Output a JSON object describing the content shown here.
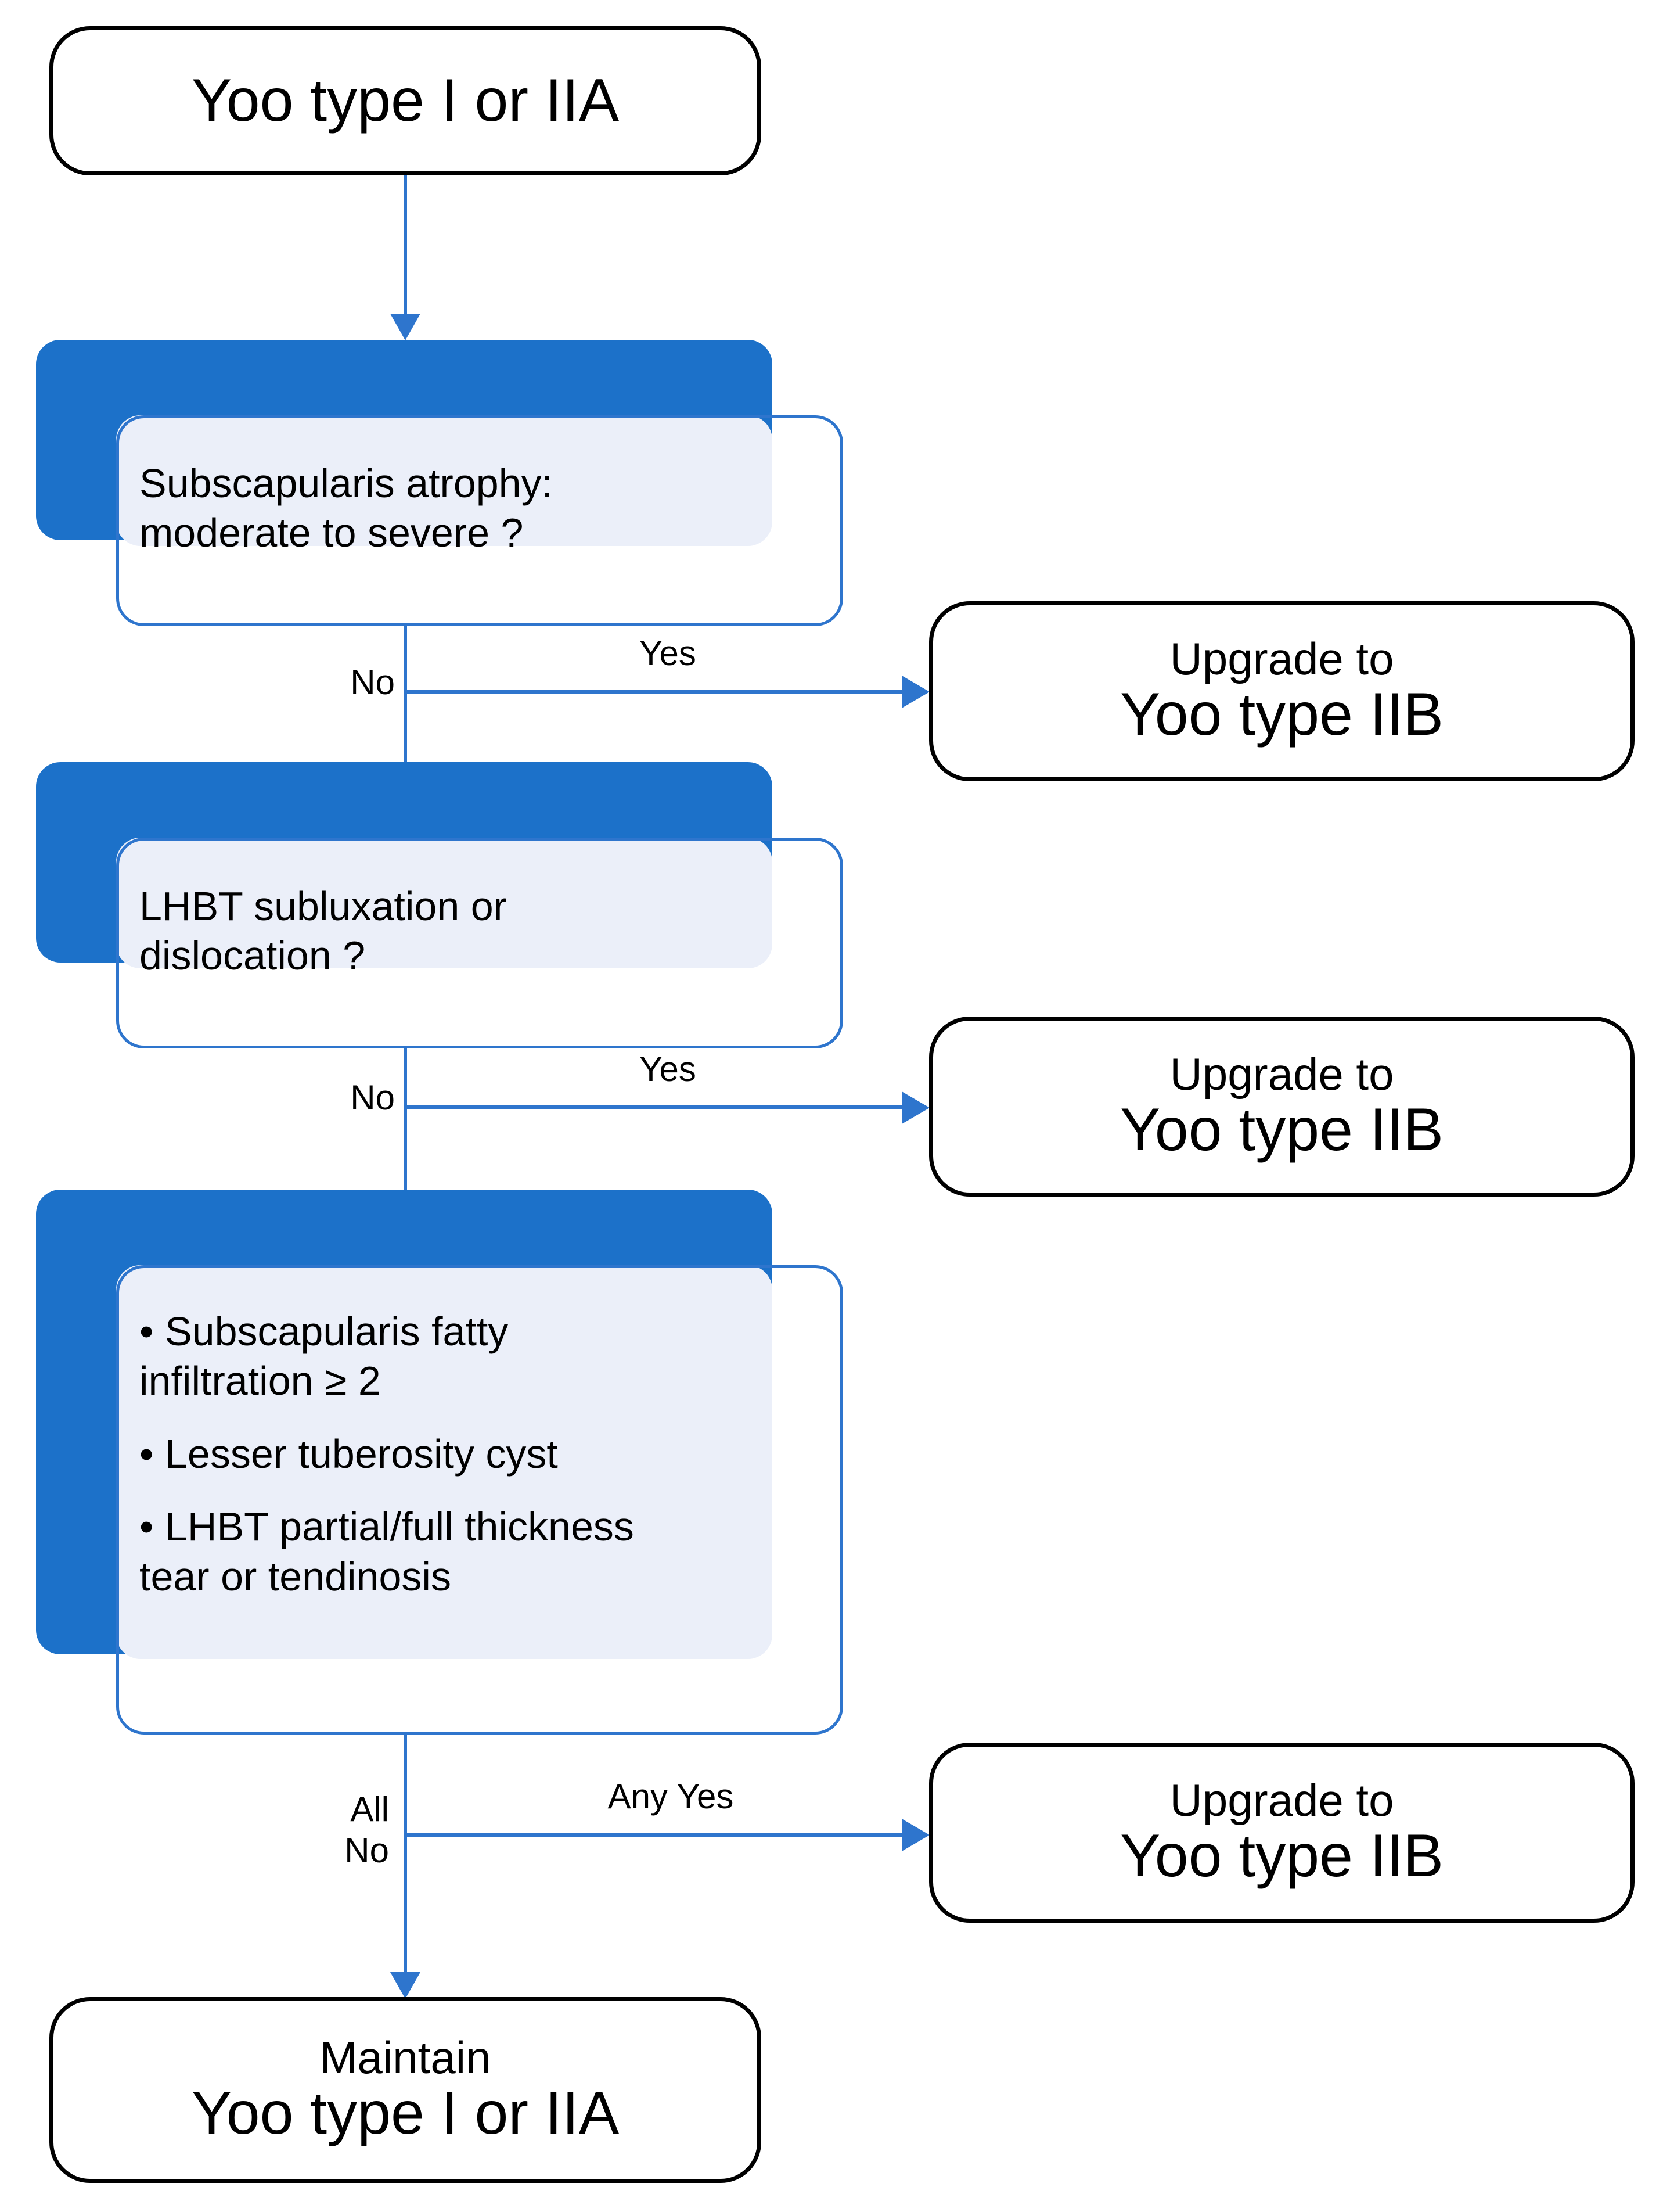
{
  "diagram": {
    "title": "Yoo type I or IIA upgrade decision algorithm",
    "colors": {
      "accent_blue": "#1C71C9",
      "connector_blue": "#2E75CD",
      "pale_panel": "#EBEFF9",
      "outline_black": "#000000",
      "background": "#FFFFFF"
    }
  },
  "start_node": {
    "label": "Yoo type I or IIA"
  },
  "decisions": [
    {
      "id": "subscapularis-atrophy",
      "lines": [
        "Subscapularis atrophy:",
        "moderate to severe ?"
      ],
      "no_label": "No",
      "yes_label": "Yes"
    },
    {
      "id": "lhbt-subluxation",
      "lines": [
        "LHBT subluxation or",
        "dislocation ?"
      ],
      "no_label": "No",
      "yes_label": "Yes"
    },
    {
      "id": "secondary-criteria",
      "bullets": [
        "• Subscapularis fatty infiltration ≥ 2",
        "• Lesser tuberosity cyst",
        "• LHBT partial/full thickness tear or tendinosis"
      ],
      "bullet_lines": [
        [
          "• Subscapularis fatty",
          "infiltration ≥ 2"
        ],
        [
          "• Lesser tuberosity cyst"
        ],
        [
          "• LHBT partial/full thickness",
          "tear or tendinosis"
        ]
      ],
      "no_label": "All\nNo",
      "yes_label": "Any Yes"
    }
  ],
  "outcomes": [
    {
      "id": "upgrade-1",
      "line_small": "Upgrade to",
      "line_big": "Yoo type IIB"
    },
    {
      "id": "upgrade-2",
      "line_small": "Upgrade to",
      "line_big": "Yoo type IIB"
    },
    {
      "id": "upgrade-3",
      "line_small": "Upgrade to",
      "line_big": "Yoo type IIB"
    }
  ],
  "end_node": {
    "line_small": "Maintain",
    "line_big": "Yoo type I or IIA"
  }
}
